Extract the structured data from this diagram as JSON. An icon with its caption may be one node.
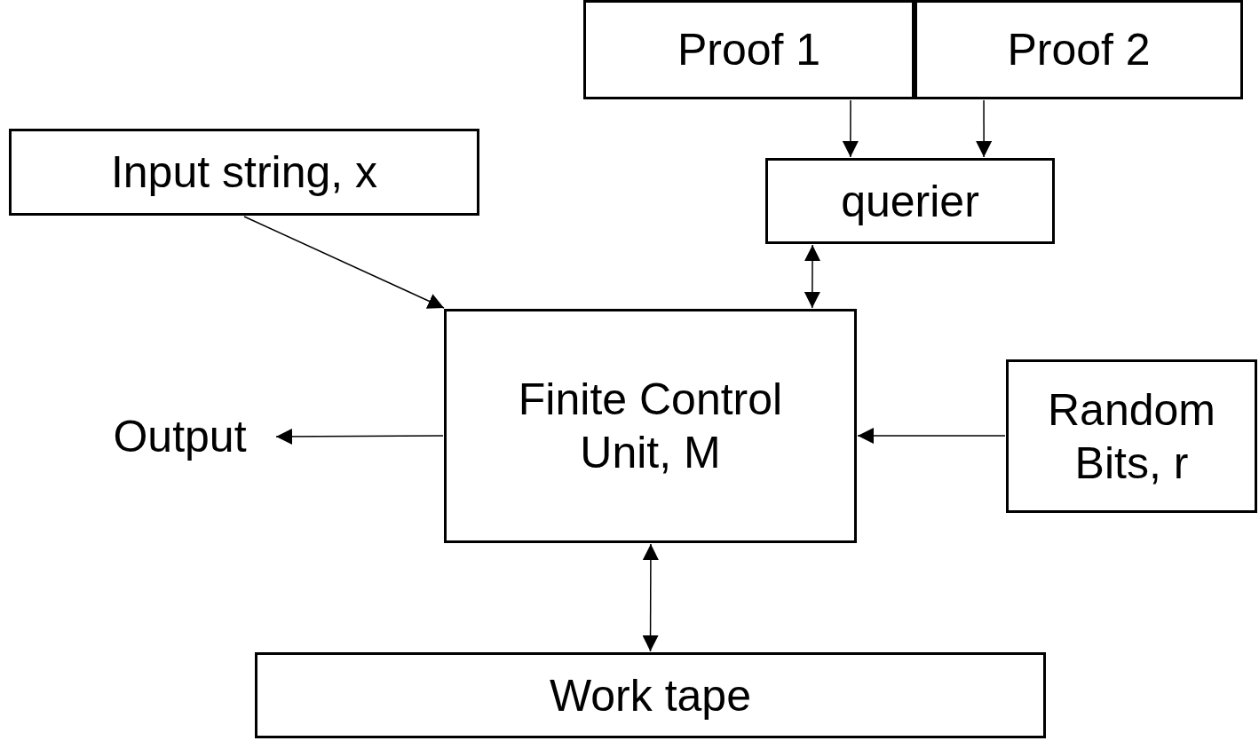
{
  "diagram": {
    "nodes": [
      {
        "text": [
          "Proof 1"
        ]
      },
      {
        "text": [
          "Proof 2"
        ]
      },
      {
        "text": [
          "querier"
        ]
      },
      {
        "text": [
          "Input string, x"
        ]
      },
      {
        "text": [
          "Finite Control Unit, M"
        ]
      },
      {
        "text": [
          "Output"
        ]
      },
      {
        "text": [
          "Random Bits, r"
        ]
      },
      {
        "text": [
          "Work tape"
        ]
      }
    ],
    "edges": [
      {
        "from": 0,
        "to": 2,
        "arrow": "to"
      },
      {
        "from": 1,
        "to": 2,
        "arrow": "to"
      },
      {
        "from": 2,
        "to": 4,
        "arrow": "both"
      },
      {
        "from": 3,
        "to": 4,
        "arrow": "to"
      },
      {
        "from": 4,
        "to": 5,
        "arrow": "to"
      },
      {
        "from": 6,
        "to": 4,
        "arrow": "to"
      },
      {
        "from": 4,
        "to": 7,
        "arrow": "both"
      }
    ]
  }
}
